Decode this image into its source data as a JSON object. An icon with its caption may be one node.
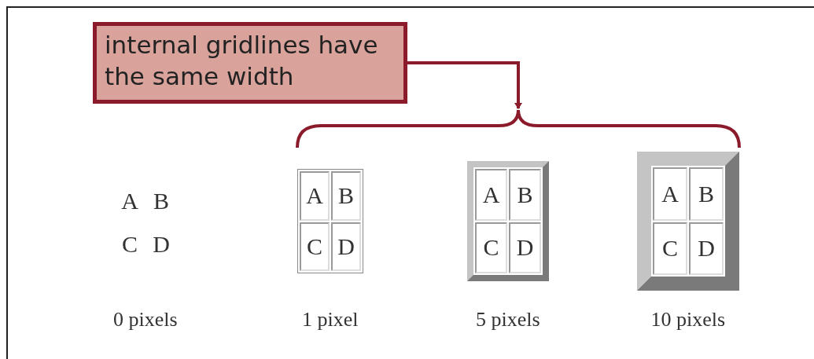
{
  "diagram": {
    "nodes": [
      {
        "text": [
          "internal gridlines have the same width"
        ]
      },
      {
        "text": [],
        "shape": "bracket"
      },
      {
        "text": [
          "A",
          "B",
          "C",
          "D"
        ],
        "beside": [
          "0 pixels"
        ]
      },
      {
        "text": [
          "A",
          "B",
          "C",
          "D"
        ],
        "beside": [
          "1 pixel"
        ]
      },
      {
        "text": [
          "A",
          "B",
          "C",
          "D"
        ],
        "beside": [
          "5 pixels"
        ]
      },
      {
        "text": [
          "A",
          "B",
          "C",
          "D"
        ],
        "beside": [
          "10 pixels"
        ]
      }
    ],
    "edges": [
      {
        "from": 0,
        "to": 1,
        "arrow": "to"
      }
    ]
  }
}
